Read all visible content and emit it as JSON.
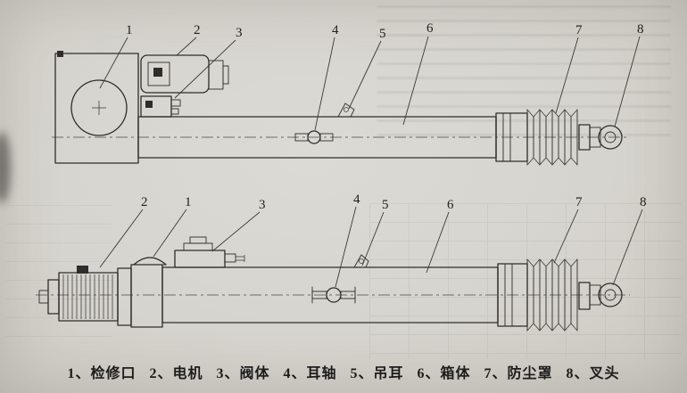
{
  "palette": {
    "paper": "#d6d4ce",
    "ink": "#2e2d2b",
    "callout_ink": "#1d1d1b"
  },
  "callouts": {
    "top": [
      "1",
      "2",
      "3",
      "4",
      "5",
      "6",
      "7",
      "8"
    ],
    "bottom": [
      "2",
      "1",
      "3",
      "4",
      "5",
      "6",
      "7",
      "8"
    ]
  },
  "caption": {
    "items": [
      "1、检修口",
      "2、电机",
      "3、阀体",
      "4、耳轴",
      "5、吊耳",
      "6、箱体",
      "7、防尘罩",
      "8、叉头"
    ]
  }
}
